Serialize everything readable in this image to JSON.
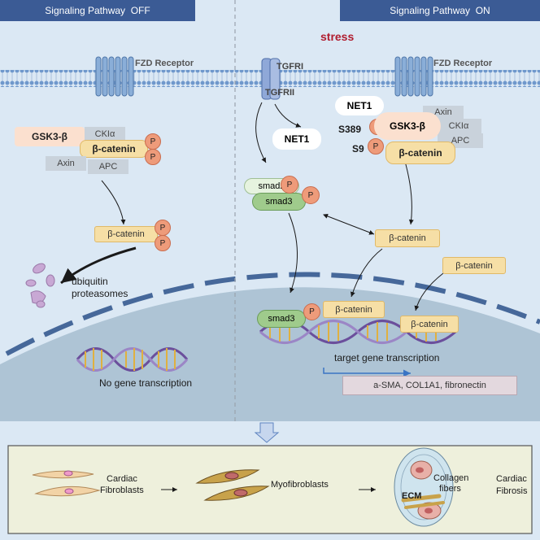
{
  "headers": {
    "off": "Signaling Pathway  OFF",
    "on": "Signaling Pathway  ON"
  },
  "stress": "stress",
  "left": {
    "receptor": "FZD Receptor",
    "complex": {
      "gsk": "GSK3-β",
      "ck": "CKIα",
      "bcat": "β-catenin",
      "axin": "Axin",
      "apc": "APC"
    },
    "p": "P",
    "free_bcat": "β-catenin",
    "ubiquitin": "ubiquitin",
    "proteasomes": "proteasomes",
    "no_transcription": "No gene transcription"
  },
  "right": {
    "tgfri": "TGFRI",
    "tgfrii": "TGFRII",
    "net1_a": "NET1",
    "net1_b": "NET1",
    "s389": "S389",
    "s9": "S9",
    "receptor": "FZD Receptor",
    "complex": {
      "gsk": "GSK3-β",
      "axin": "Axin",
      "ck": "CKIα",
      "apc": "APC",
      "bcat": "β-catenin"
    },
    "smad2": "smad2",
    "smad3": "smad3",
    "p": "P",
    "bcat_mid": "β-catenin",
    "bcat_right": "β-catenin",
    "nuclear_smad3": "smad3",
    "nuclear_bcat1": "β-catenin",
    "nuclear_bcat2": "β-catenin",
    "target": "target gene transcription",
    "products": "a-SMA, COL1A1, fibronectin"
  },
  "bottom": {
    "cardiac_fibroblasts": [
      "Cardiac",
      "Fibroblasts"
    ],
    "myofibroblasts": "Myofibroblasts",
    "collagen": [
      "Collagen",
      "fibers"
    ],
    "ecm": "ECM",
    "cardiac_fibrosis": [
      "Cardiac",
      "Fibrosis"
    ]
  },
  "colors": {
    "cell_bg": "#dbe8f4",
    "nucleus": "#a9c0d2",
    "membrane": "#5b86c0",
    "header": "#3b5b95",
    "beta_catenin": "#f6dfa6",
    "phospho": "#ee9b7a",
    "smad": "#9fcb8c",
    "bottom_panel": "#eef0dc"
  }
}
